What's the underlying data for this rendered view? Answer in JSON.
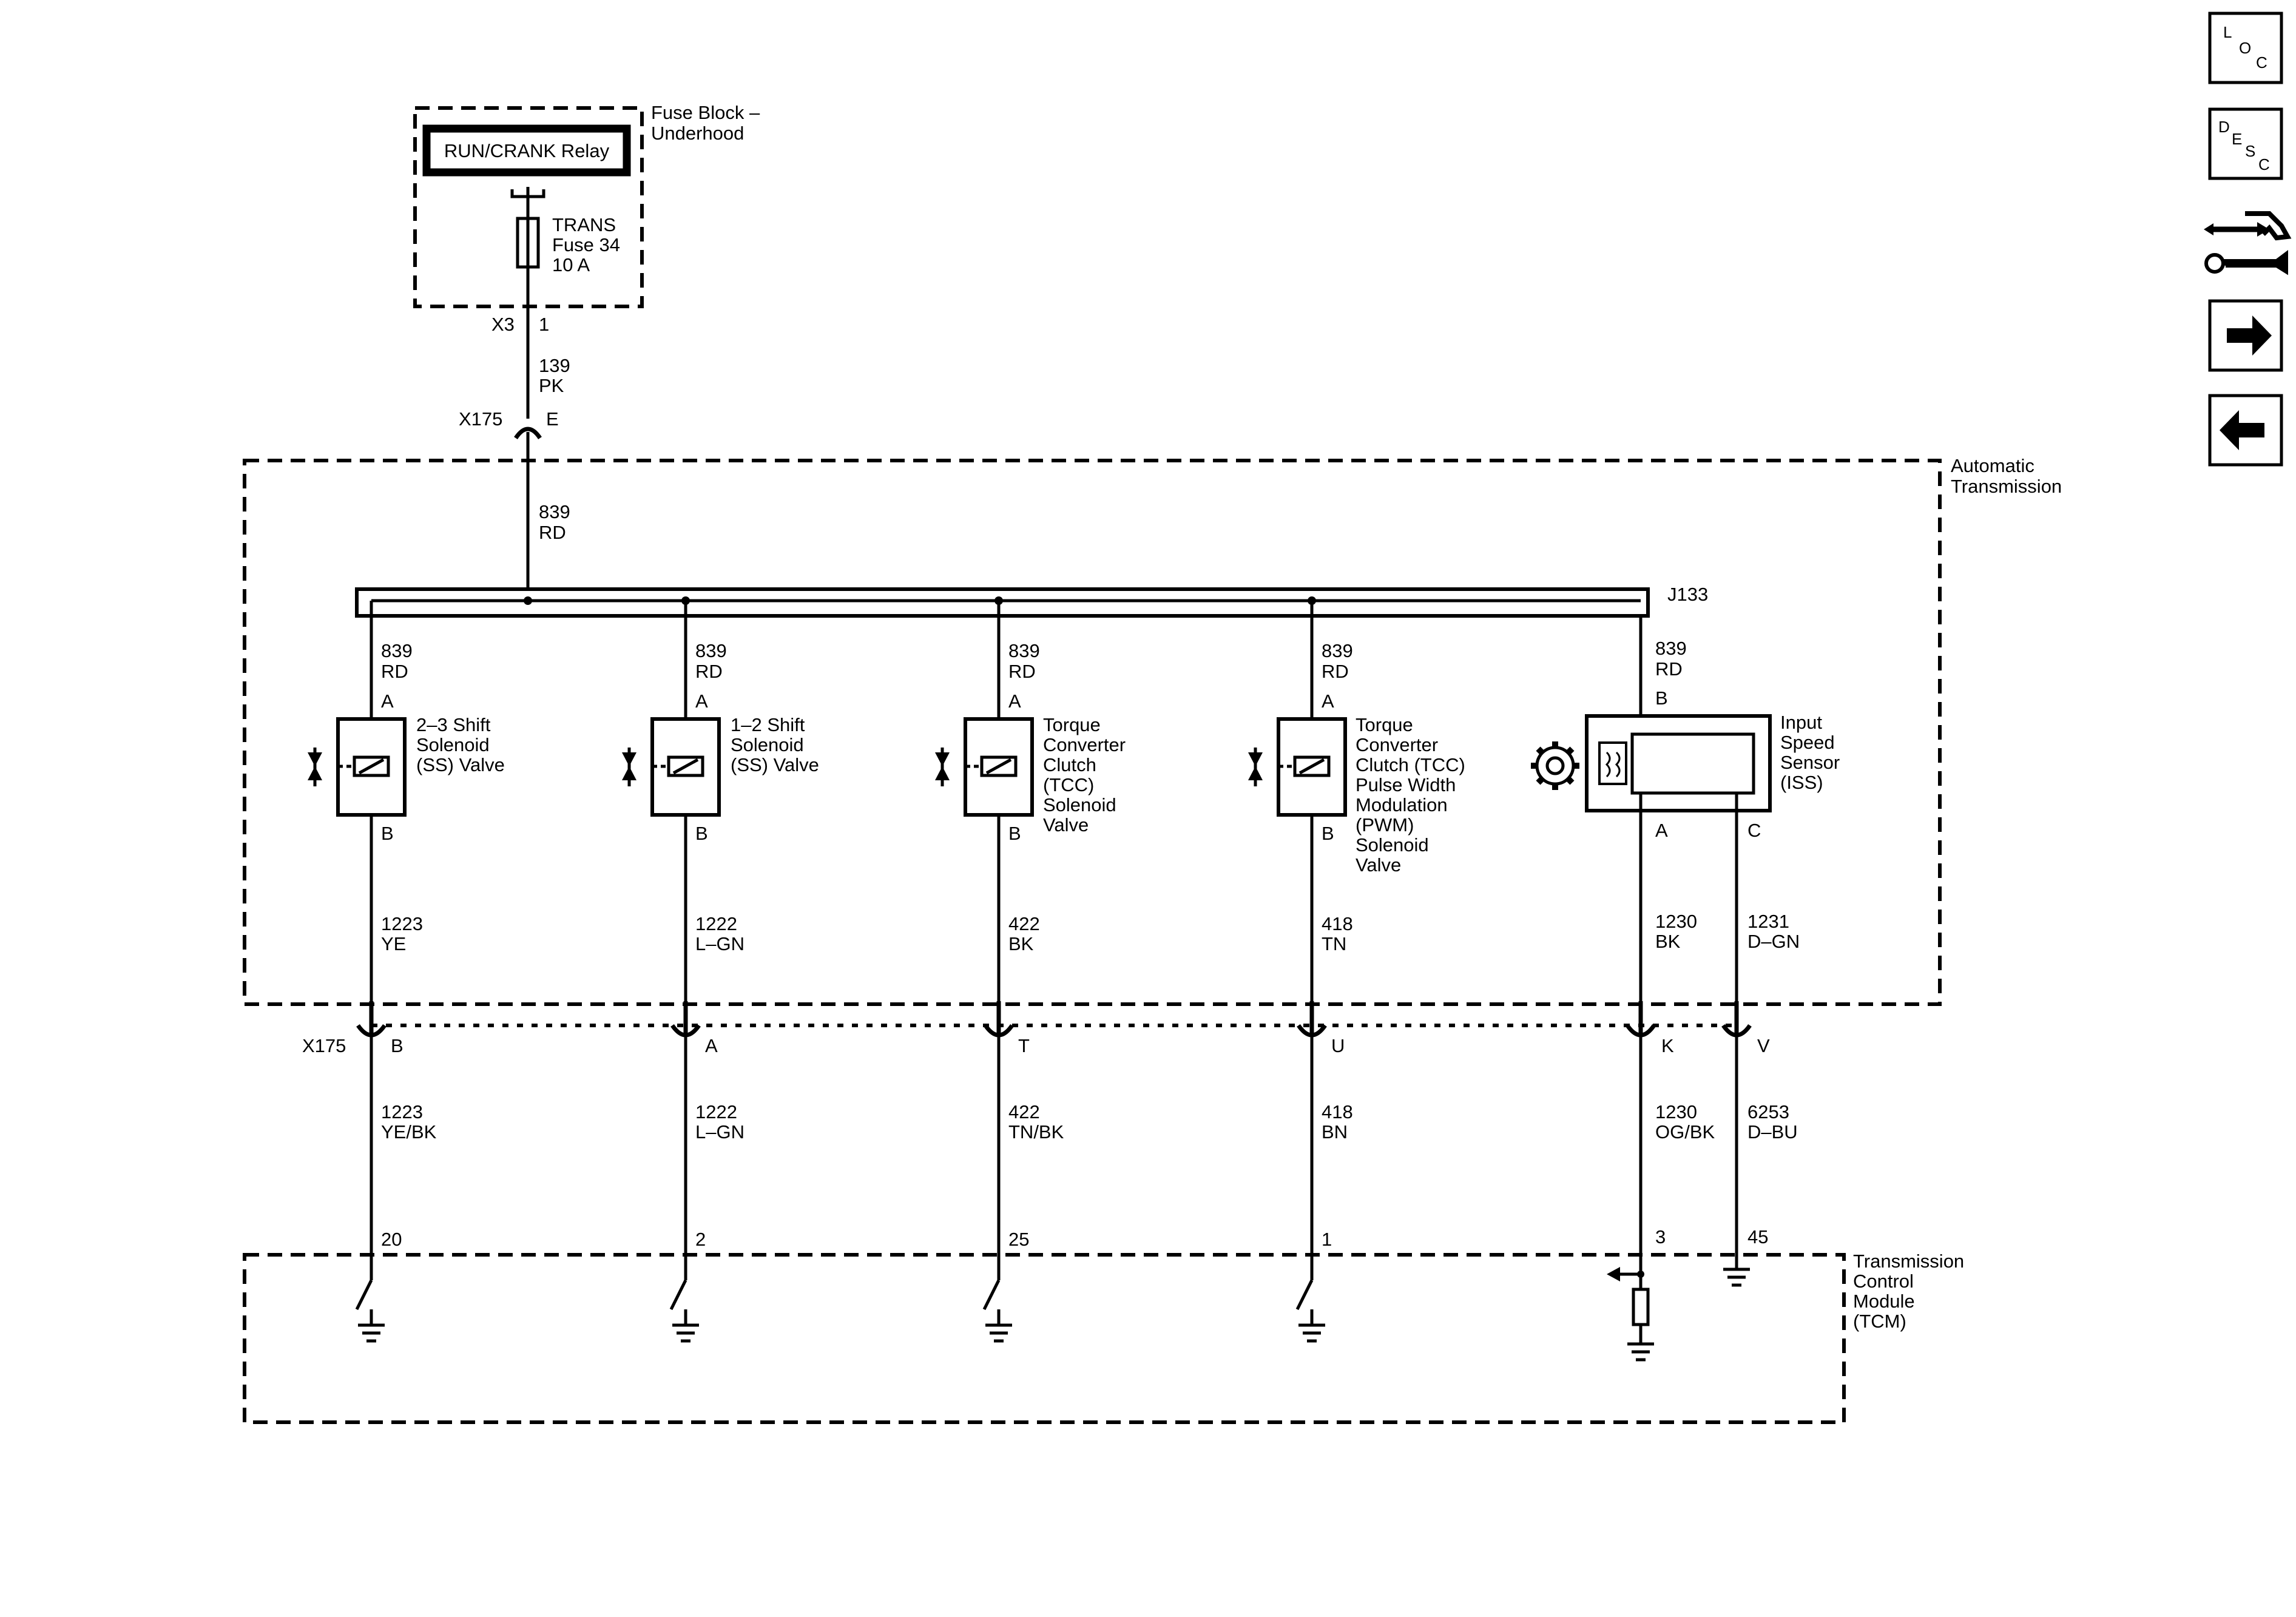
{
  "fuse_block": {
    "title_line1": "Fuse Block –",
    "title_line2": "Underhood",
    "relay_label": "RUN/CRANK Relay",
    "fuse_line1": "TRANS",
    "fuse_line2": "Fuse 34",
    "fuse_line3": "10 A",
    "connector": "X3",
    "pin": "1"
  },
  "feed": {
    "circuit": "139",
    "color": "PK",
    "connector": "X175",
    "pin": "E",
    "inner_circuit": "839",
    "inner_color": "RD"
  },
  "transmission": {
    "title_line1": "Automatic",
    "title_line2": "Transmission",
    "splice": "J133"
  },
  "components": [
    {
      "top_circuit": "839",
      "top_color": "RD",
      "pin_top": "A",
      "pin_bottom": "B",
      "label_lines": [
        "2–3 Shift",
        "Solenoid",
        "(SS) Valve"
      ],
      "out_circuit": "1223",
      "out_color": "YE",
      "conn_pin": "B",
      "harness_circuit": "1223",
      "harness_color": "YE/BK",
      "tcm_pin": "20"
    },
    {
      "top_circuit": "839",
      "top_color": "RD",
      "pin_top": "A",
      "pin_bottom": "B",
      "label_lines": [
        "1–2 Shift",
        "Solenoid",
        "(SS) Valve"
      ],
      "out_circuit": "1222",
      "out_color": "L–GN",
      "conn_pin": "A",
      "harness_circuit": "1222",
      "harness_color": "L–GN",
      "tcm_pin": "2"
    },
    {
      "top_circuit": "839",
      "top_color": "RD",
      "pin_top": "A",
      "pin_bottom": "B",
      "label_lines": [
        "Torque",
        "Converter",
        "Clutch",
        "(TCC)",
        "Solenoid",
        "Valve"
      ],
      "out_circuit": "422",
      "out_color": "BK",
      "conn_pin": "T",
      "harness_circuit": "422",
      "harness_color": "TN/BK",
      "tcm_pin": "25"
    },
    {
      "top_circuit": "839",
      "top_color": "RD",
      "pin_top": "A",
      "pin_bottom": "B",
      "label_lines": [
        "Torque",
        "Converter",
        "Clutch (TCC)",
        "Pulse Width",
        "Modulation",
        "(PWM)",
        "Solenoid",
        "Valve"
      ],
      "out_circuit": "418",
      "out_color": "TN",
      "conn_pin": "U",
      "harness_circuit": "418",
      "harness_color": "BN",
      "tcm_pin": "1"
    }
  ],
  "iss": {
    "top_circuit": "839",
    "top_color": "RD",
    "pin_top": "B",
    "label_lines": [
      "Input",
      "Speed",
      "Sensor",
      "(ISS)"
    ],
    "pin_a": "A",
    "pin_c": "C",
    "a_circuit": "1230",
    "a_color": "BK",
    "c_circuit": "1231",
    "c_color": "D–GN",
    "conn_k": "K",
    "conn_v": "V",
    "k_circuit": "1230",
    "k_color": "OG/BK",
    "v_circuit": "6253",
    "v_color": "D–BU",
    "tcm_pin_k": "3",
    "tcm_pin_v": "45"
  },
  "connector_x175": "X175",
  "tcm": {
    "title_lines": [
      "Transmission",
      "Control",
      "Module",
      "(TCM)"
    ]
  },
  "nav": {
    "loc": {
      "l1": "L",
      "l2": "O",
      "l3": "C"
    },
    "desc": {
      "l1": "D",
      "l2": "E",
      "l3": "S",
      "l4": "C"
    }
  }
}
